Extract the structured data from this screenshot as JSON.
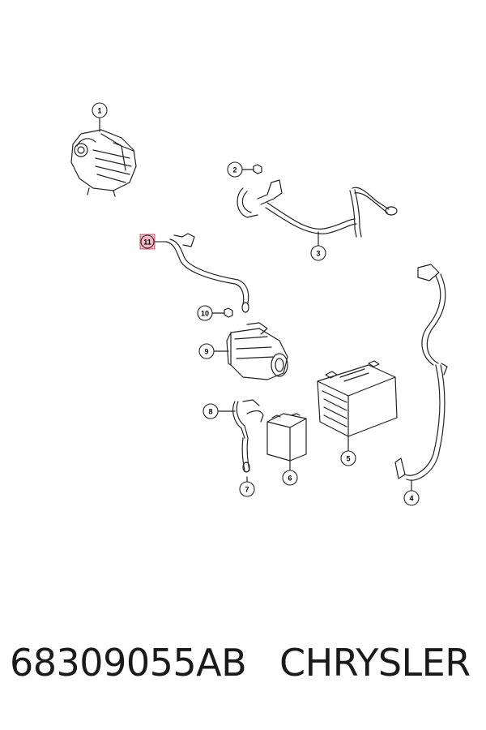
{
  "callouts": [
    {
      "id": "1",
      "label": "1"
    },
    {
      "id": "2",
      "label": "2"
    },
    {
      "id": "3",
      "label": "3"
    },
    {
      "id": "4",
      "label": "4"
    },
    {
      "id": "5",
      "label": "5"
    },
    {
      "id": "6",
      "label": "6"
    },
    {
      "id": "7",
      "label": "7"
    },
    {
      "id": "8",
      "label": "8"
    },
    {
      "id": "9",
      "label": "9"
    },
    {
      "id": "10",
      "label": "10"
    },
    {
      "id": "11",
      "label": "11",
      "highlighted": true
    }
  ],
  "colors": {
    "line": "#222222",
    "highlight_fill": "#f4b6c2",
    "highlight_stroke": "#d0506e"
  },
  "footer": {
    "part_number": "68309055AB",
    "brand": "CHRYSLER"
  }
}
